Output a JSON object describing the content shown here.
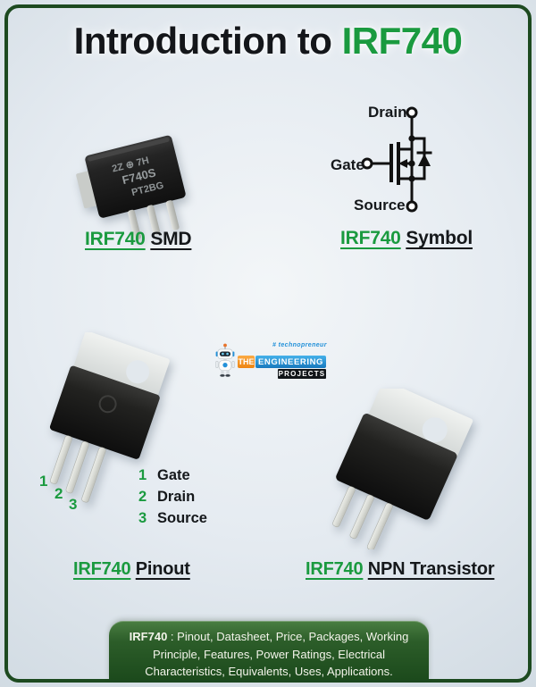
{
  "title": {
    "prefix": "Introduction to ",
    "highlight": "IRF740"
  },
  "sections": {
    "smd": {
      "name_green": "IRF740",
      "name_black": "SMD",
      "markings": [
        "2Z ⊕ 7H",
        "F740S",
        "PT2BG"
      ]
    },
    "symbol": {
      "name_green": "IRF740",
      "name_black": "Symbol",
      "drain": "Drain",
      "gate": "Gate",
      "source": "Source"
    },
    "pinout": {
      "name_green": "IRF740",
      "name_black": "Pinout",
      "pins": [
        "1",
        "2",
        "3"
      ],
      "legend": [
        {
          "num": "1",
          "label": "Gate"
        },
        {
          "num": "2",
          "label": "Drain"
        },
        {
          "num": "3",
          "label": "Source"
        }
      ]
    },
    "transistor": {
      "name_green": "IRF740",
      "name_black": "NPN Transistor"
    }
  },
  "logo": {
    "tagline": "# technopreneur",
    "word_the": "THE",
    "word_engineering": "ENGINEERING",
    "word_projects": "PROJECTS"
  },
  "footer": {
    "bold": "IRF740",
    "rest": " : Pinout, Datasheet, Price, Packages, Working Principle, Features, Power Ratings, Electrical Characteristics, Equivalents, Uses, Applications."
  },
  "colors": {
    "accent_green": "#1a9a3f",
    "frame_green": "#1d4a20",
    "footer_green": "#2c5d29",
    "logo_orange": "#f7941d",
    "logo_blue": "#2391d9"
  }
}
